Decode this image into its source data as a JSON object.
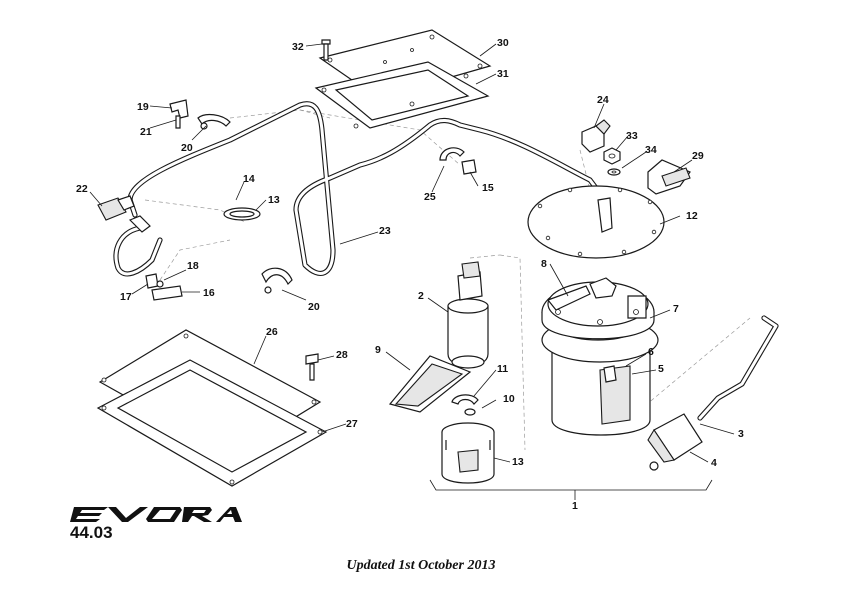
{
  "brand_logo": "EVORA",
  "page_code": "44.03",
  "footer_text": "Updated 1st October 2013",
  "callouts": {
    "c1": "1",
    "c2": "2",
    "c3": "3",
    "c4": "4",
    "c5": "5",
    "c6": "6",
    "c7": "7",
    "c8": "8",
    "c9": "9",
    "c10": "10",
    "c11": "11",
    "c12": "12",
    "c13a": "13",
    "c13b": "13",
    "c14": "14",
    "c15": "15",
    "c16": "16",
    "c17": "17",
    "c18": "18",
    "c19": "19",
    "c20a": "20",
    "c20b": "20",
    "c21": "21",
    "c22": "22",
    "c23": "23",
    "c24": "24",
    "c25": "25",
    "c26": "26",
    "c27": "27",
    "c28": "28",
    "c29": "29",
    "c30": "30",
    "c31": "31",
    "c32": "32",
    "c33": "33",
    "c34": "34"
  }
}
